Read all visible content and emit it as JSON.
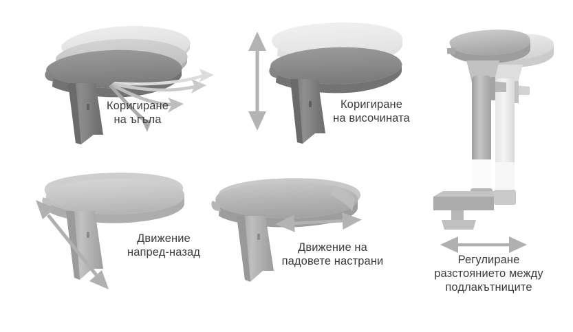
{
  "figure": {
    "title": "Armrest adjustment diagram",
    "background_color": "#ffffff",
    "text_color": "#3c3c3c",
    "panels": [
      {
        "id": "angle",
        "caption": "Коригиране\nна ъгъла",
        "arrow": {
          "kind": "fan-curved-arrows",
          "count": 4,
          "direction": "radiating-right-down"
        }
      },
      {
        "id": "height",
        "caption": "Коригиране\nна височината",
        "arrow": {
          "kind": "double-arrow",
          "direction": "vertical"
        }
      },
      {
        "id": "forward",
        "caption": "Движение\nнапред-назад",
        "arrow": {
          "kind": "double-arrow",
          "direction": "diagonal"
        }
      },
      {
        "id": "sidepads",
        "caption": "Движение на\nпадовете настрани",
        "arrow": {
          "kind": "double-arrow",
          "direction": "horizontal"
        }
      },
      {
        "id": "width",
        "caption": "Регулиране\nразстоянието между\nподлакътниците",
        "arrow": {
          "kind": "double-arrow",
          "direction": "horizontal"
        }
      }
    ]
  },
  "colors": {
    "arrow_gray": "#b0b0b0",
    "arrow_gray_dark": "#9a9a9a",
    "pad_dark": "#8a8a8a",
    "pad_mid": "#a8a8a8",
    "pad_light": "#d8d8d8",
    "pad_pale": "#ececec",
    "stem_dark": "#7d7d7d",
    "stem_light": "#b9b9b9"
  }
}
